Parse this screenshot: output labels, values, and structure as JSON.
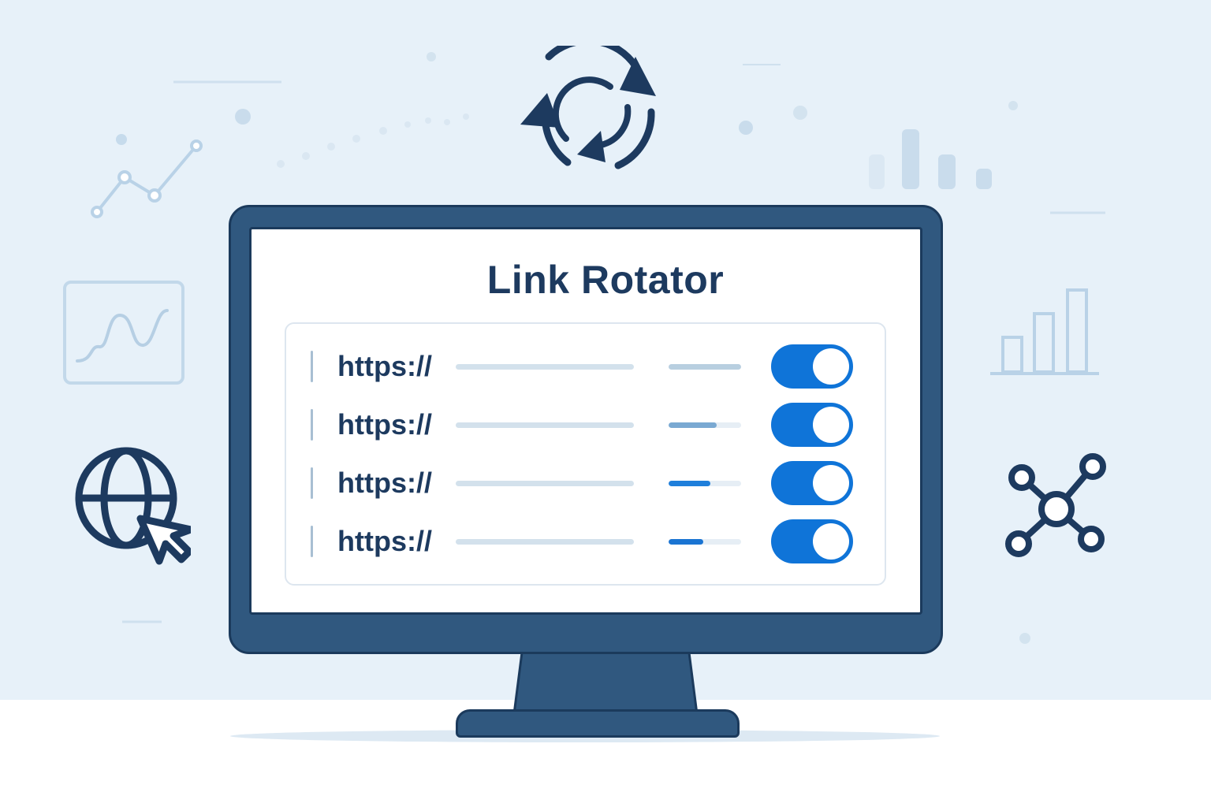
{
  "app": {
    "title": "Link Rotator"
  },
  "links": [
    {
      "url_prefix": "https://",
      "enabled": true,
      "share": 1.0,
      "meter_color": "#b8cfe0"
    },
    {
      "url_prefix": "https://",
      "enabled": true,
      "share": 0.66,
      "meter_color": "#7aa9d2"
    },
    {
      "url_prefix": "https://",
      "enabled": true,
      "share": 0.58,
      "meter_color": "#1f7fdb"
    },
    {
      "url_prefix": "https://",
      "enabled": true,
      "share": 0.48,
      "meter_color": "#1a74d2"
    }
  ],
  "icons": {
    "rotate": "rotate-arrows-icon",
    "globe_click": "globe-cursor-icon",
    "network": "network-nodes-icon",
    "line_chart": "line-chart-icon",
    "bar_chart": "bar-chart-icon",
    "trend": "trend-line-icon"
  },
  "colors": {
    "accent": "#0f74d8",
    "navy": "#1d3a5f",
    "monitor": "#30587f",
    "backdrop": "#e7f1f9"
  }
}
